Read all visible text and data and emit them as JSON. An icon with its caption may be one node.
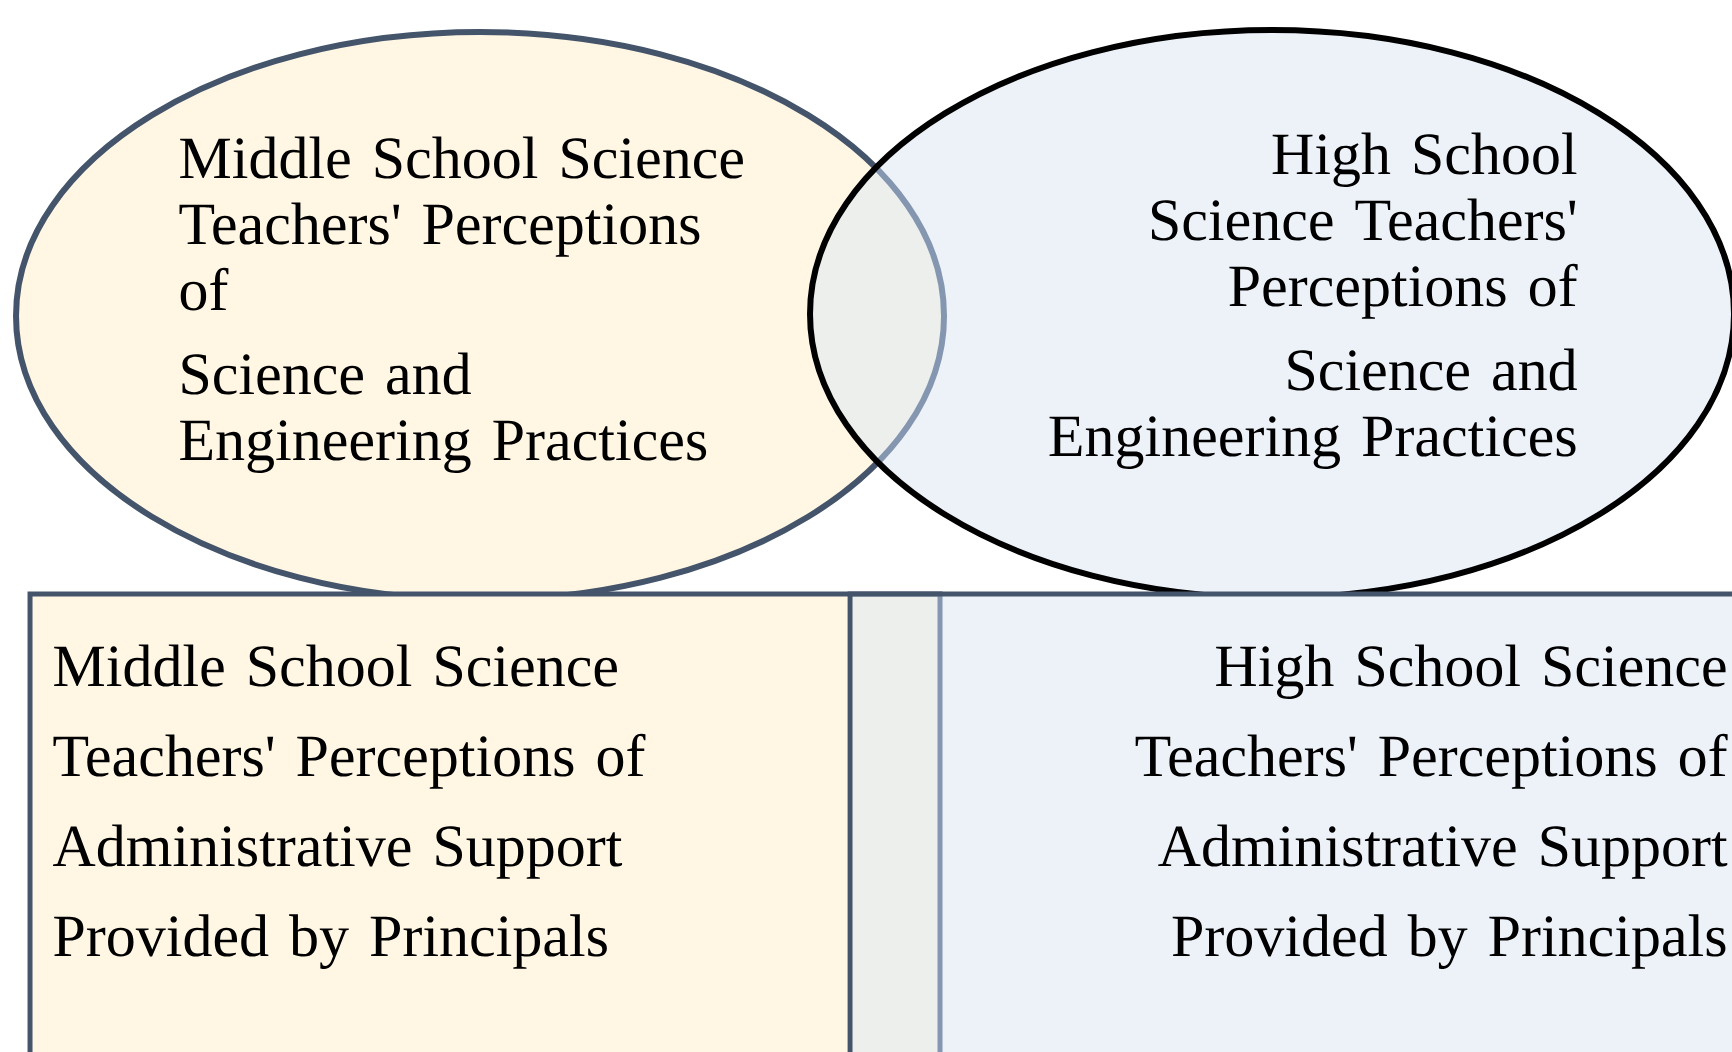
{
  "diagram": {
    "nodes": [
      {
        "text": [
          "Middle School Science Teachers' Perceptions of",
          "Science and Engineering Practices"
        ]
      },
      {
        "text": [
          "High School Science Teachers' Perceptions of",
          "Science and Engineering Practices"
        ]
      },
      {
        "text": [
          "Middle School Science Teachers' Perceptions of Administrative Support Provided by Principals"
        ]
      },
      {
        "text": [
          "High School Science Teachers' Perceptions of Administrative Support Provided by Principals"
        ]
      }
    ]
  }
}
